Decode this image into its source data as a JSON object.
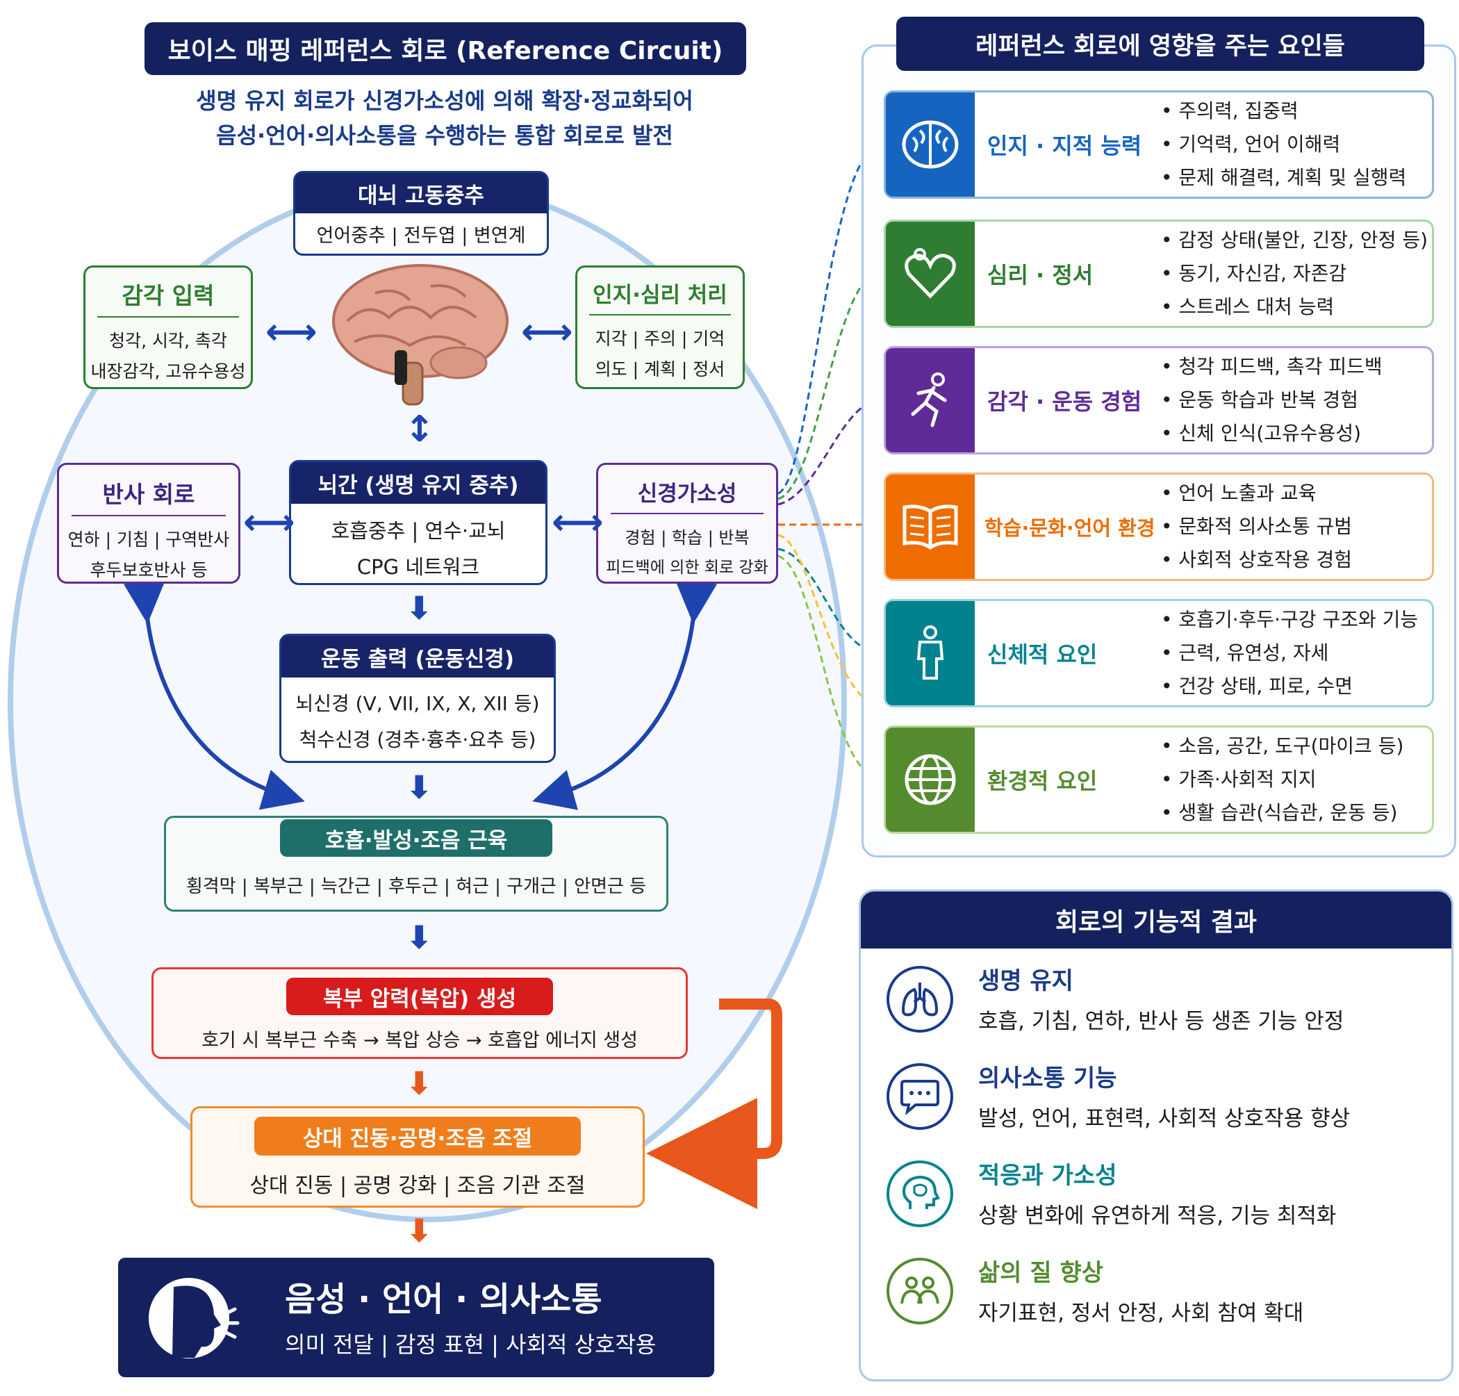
{
  "title": "보이스 매핑 레퍼런스 회로 (Reference Circuit)",
  "subtitle": [
    "생명 유지 회로가 신경가소성에 의해 확장·정교화되어",
    "음성·언어·의사소통을 수행하는 통합 회로로 발전"
  ],
  "nodes": {
    "cortex": {
      "title": "대뇌 고동중추",
      "lines": [
        "언어중추 | 전두엽 | 변연계"
      ]
    },
    "sensory": {
      "title": "감각 입력",
      "lines": [
        "청각, 시각, 촉각",
        "내장감각, 고유수용성"
      ]
    },
    "cognitive": {
      "title": "인지·심리 처리",
      "lines": [
        "지각 | 주의 | 기억",
        "의도 | 계획 | 정서"
      ]
    },
    "reflex": {
      "title": "반사 회로",
      "lines": [
        "연하 | 기침 | 구역반사",
        "후두보호반사 등"
      ]
    },
    "brainstem": {
      "title": "뇌간 (생명 유지 중추)",
      "lines": [
        "호흡중추 | 연수·교뇌",
        "CPG 네트워크"
      ]
    },
    "plasticity": {
      "title": "신경가소성",
      "lines": [
        "경험 | 학습 | 반복",
        "피드백에 의한 회로 강화"
      ]
    },
    "motor": {
      "title": "운동 출력 (운동신경)",
      "lines": [
        "뇌신경 (V, VII, IX, X, XII 등)",
        "척수신경 (경추·흉추·요추 등)"
      ]
    },
    "muscles": {
      "title": "호흡·발성·조음 근육",
      "lines": [
        "횡격막 | 복부근 | 늑간근 | 후두근 | 혀근 | 구개근 | 안면근 등"
      ]
    },
    "pressure": {
      "title": "복부 압력(복압) 생성",
      "lines": [
        "호기 시 복부근 수축 → 복압 상승 → 호흡압 에너지 생성"
      ]
    },
    "resonance": {
      "title": "상대 진동·공명·조음 조절",
      "lines": [
        "상대 진동 | 공명 강화 | 조음 기관 조절"
      ]
    },
    "output": {
      "title": "음성 · 언어 · 의사소통",
      "lines": [
        "의미 전달 | 감정 표현 | 사회적 상호작용"
      ]
    }
  },
  "factors": {
    "title": "레퍼런스 회로에 영향을 주는 요인들",
    "items": [
      {
        "label": "인지 · 지적 능력",
        "icon": "brain-icon",
        "color": "#1565c0",
        "points": [
          "주의력, 집중력",
          "기억력, 언어 이해력",
          "문제 해결력, 계획 및 실행력"
        ]
      },
      {
        "label": "심리 · 정서",
        "icon": "heart-person-icon",
        "color": "#2e7d32",
        "points": [
          "감정 상태(불안, 긴장, 안정 등)",
          "동기, 자신감, 자존감",
          "스트레스 대처 능력"
        ]
      },
      {
        "label": "감각 · 운동 경험",
        "icon": "running-icon",
        "color": "#5e2b97",
        "points": [
          "청각 피드백, 촉각 피드백",
          "운동 학습과 반복 경험",
          "신체 인식(고유수용성)"
        ]
      },
      {
        "label": "학습·문화·언어 환경",
        "icon": "book-icon",
        "color": "#ef6c00",
        "points": [
          "언어 노출과 교육",
          "문화적 의사소통 규범",
          "사회적 상호작용 경험"
        ]
      },
      {
        "label": "신체적 요인",
        "icon": "person-icon",
        "color": "#00838f",
        "points": [
          "호흡기·후두·구강 구조와 기능",
          "근력, 유연성, 자세",
          "건강 상태, 피로, 수면"
        ]
      },
      {
        "label": "환경적 요인",
        "icon": "globe-icon",
        "color": "#558b2f",
        "points": [
          "소음, 공간, 도구(마이크 등)",
          "가족·사회적 지지",
          "생활 습관(식습관, 운동 등)"
        ]
      }
    ]
  },
  "results": {
    "title": "회로의 기능적 결과",
    "items": [
      {
        "title": "생명 유지",
        "desc": "호흡, 기침, 연하, 반사 등 생존 기능 안정",
        "icon": "lungs-icon",
        "color": "#1a3a8a"
      },
      {
        "title": "의사소통 기능",
        "desc": "발성, 언어, 표현력, 사회적 상호작용 향상",
        "icon": "speech-bubble-icon",
        "color": "#1a3a8a"
      },
      {
        "title": "적응과 가소성",
        "desc": "상황 변화에 유연하게 적응, 기능 최적화",
        "icon": "head-brain-icon",
        "color": "#00838f"
      },
      {
        "title": "삶의 질 향상",
        "desc": "자기표현, 정서 안정, 사회 참여 확대",
        "icon": "people-icon",
        "color": "#558b2f"
      }
    ]
  }
}
